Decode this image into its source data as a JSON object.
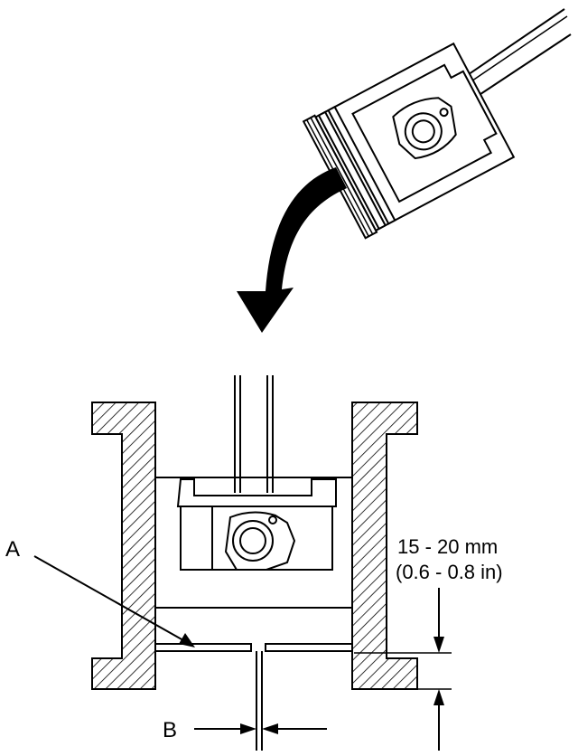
{
  "labels": {
    "callout_a": "A",
    "callout_b": "B",
    "dimension_mm": "15 - 20 mm",
    "dimension_in": "(0.6 - 0.8 in)"
  },
  "icons": {
    "direction_arrow": "curved-arrow-down-icon"
  }
}
